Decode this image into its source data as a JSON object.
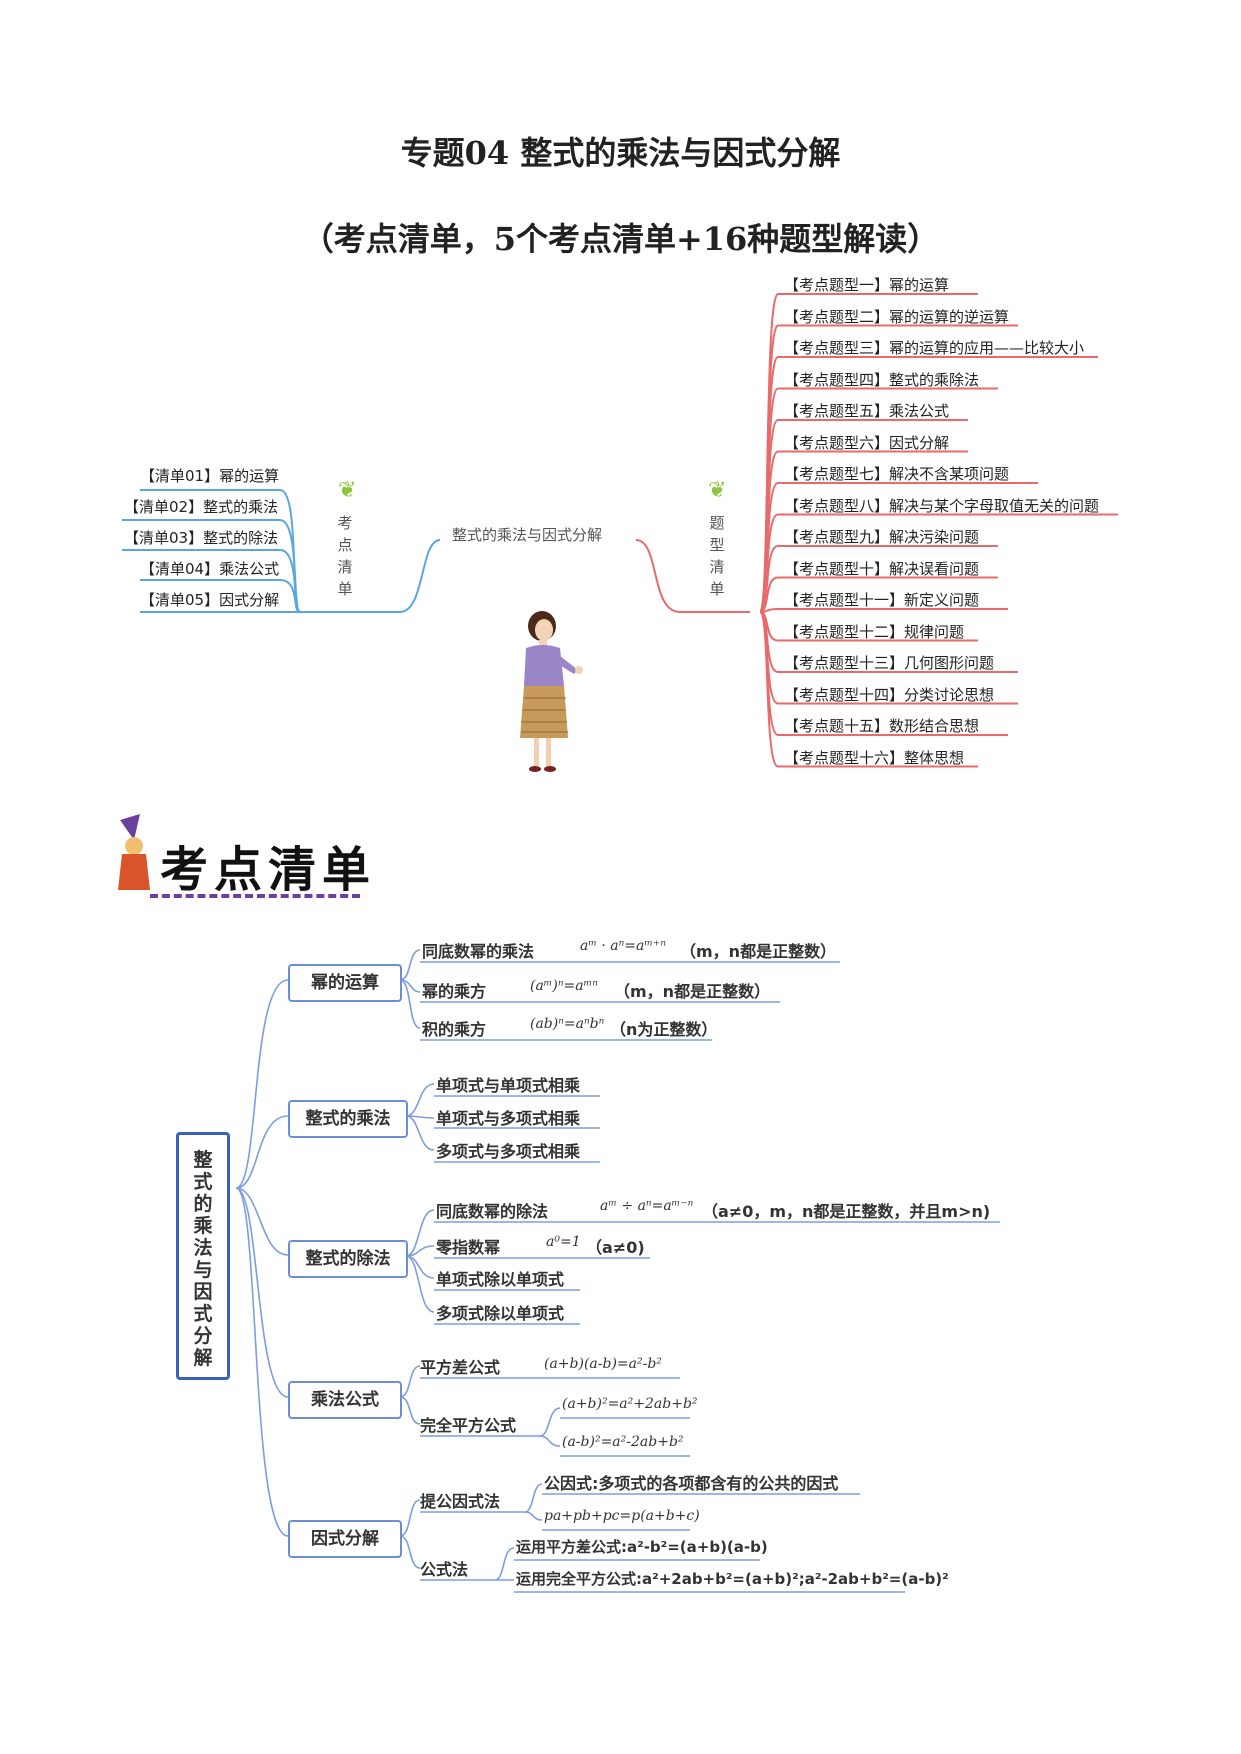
{
  "title": "专题04 整式的乘法与因式分解",
  "subtitle": "（考点清单，5个考点清单+16种题型解读）",
  "overview": {
    "center": "整式的乘法与因式分解",
    "left_branch": "考点清单",
    "right_branch": "题型清单",
    "left_items": [
      "【清单01】幂的运算",
      "【清单02】整式的乘法",
      "【清单03】整式的除法",
      "【清单04】乘法公式",
      "【清单05】因式分解"
    ],
    "right_items": [
      "【考点题型一】幂的运算",
      "【考点题型二】幂的运算的逆运算",
      "【考点题型三】幂的运算的应用——比较大小",
      "【考点题型四】整式的乘除法",
      "【考点题型五】乘法公式",
      "【考点题型六】因式分解",
      "【考点题型七】解决不含某项问题",
      "【考点题型八】解决与某个字母取值无关的问题",
      "【考点题型九】解决污染问题",
      "【考点题型十】解决误看问题",
      "【考点题型十一】新定义问题",
      "【考点题型十二】规律问题",
      "【考点题型十三】几何图形问题",
      "【考点题型十四】分类讨论思想",
      "【考点题十五】数形结合思想",
      "【考点题型十六】整体思想"
    ]
  },
  "section_banner": "考点清单",
  "mindmap": {
    "root": "整式的乘法与因式分解",
    "branches": [
      {
        "label": "幂的运算",
        "children": [
          {
            "label": "同底数幂的乘法",
            "formula": "aᵐ · aⁿ=aᵐ⁺ⁿ",
            "note": "（m，n都是正整数）"
          },
          {
            "label": "幂的乘方",
            "formula": "(aᵐ)ⁿ=aᵐⁿ",
            "note": "（m，n都是正整数）"
          },
          {
            "label": "积的乘方",
            "formula": "(ab)ⁿ=aⁿbⁿ",
            "note": "（n为正整数）"
          }
        ]
      },
      {
        "label": "整式的乘法",
        "children": [
          {
            "label": "单项式与单项式相乘"
          },
          {
            "label": "单项式与多项式相乘"
          },
          {
            "label": "多项式与多项式相乘"
          }
        ]
      },
      {
        "label": "整式的除法",
        "children": [
          {
            "label": "同底数幂的除法",
            "formula": "aᵐ ÷ aⁿ=aᵐ⁻ⁿ",
            "note": "（a≠0，m，n都是正整数，并且m>n)"
          },
          {
            "label": "零指数幂",
            "formula": "a⁰=1",
            "note": "（a≠0)"
          },
          {
            "label": "单项式除以单项式"
          },
          {
            "label": "多项式除以单项式"
          }
        ]
      },
      {
        "label": "乘法公式",
        "children": [
          {
            "label": "平方差公式",
            "formula": "(a+b)(a-b)=a²-b²"
          },
          {
            "label": "完全平方公式",
            "formulas": [
              "(a+b)²=a²+2ab+b²",
              "(a-b)²=a²-2ab+b²"
            ]
          }
        ]
      },
      {
        "label": "因式分解",
        "children": [
          {
            "label": "提公因式法",
            "items": [
              "公因式:多项式的各项都含有的公共的因式",
              "pa+pb+pc=p(a+b+c)"
            ]
          },
          {
            "label": "公式法",
            "items": [
              "运用平方差公式:a²-b²=(a+b)(a-b)",
              "运用完全平方公式:a²+2ab+b²=(a+b)²;a²-2ab+b²=(a-b)²"
            ]
          }
        ]
      }
    ]
  },
  "colors": {
    "left_branch": "#5aa7e0",
    "right_branch": "#e86a6a",
    "mindmap_line": "#7d9de0",
    "root_border": "#3a5fc4"
  }
}
